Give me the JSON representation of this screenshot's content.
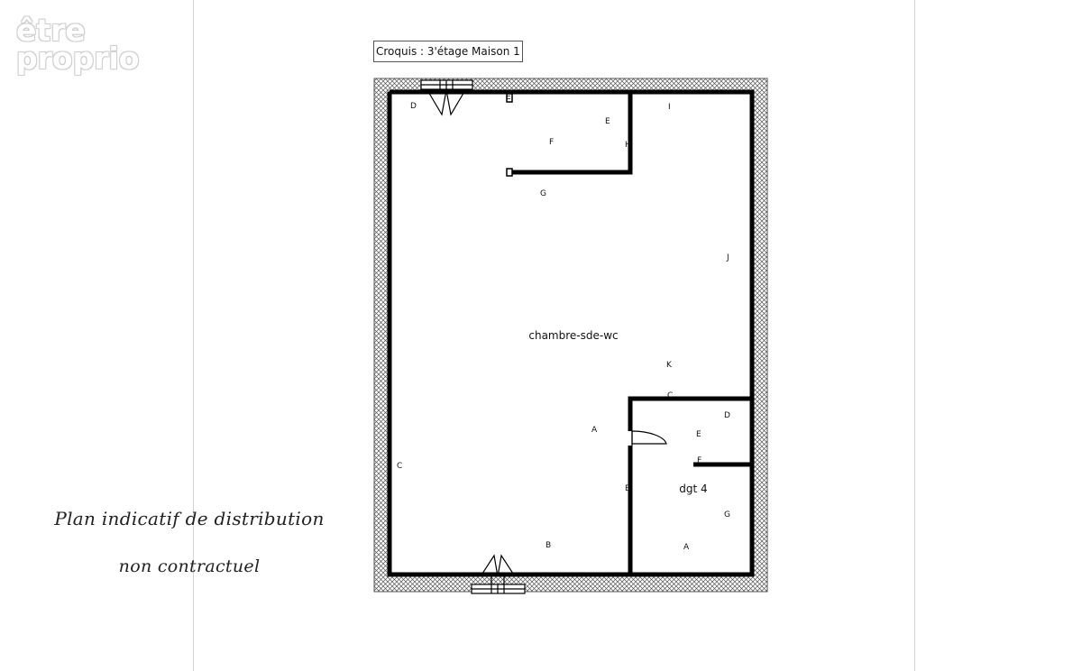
{
  "brand": {
    "line1": "être",
    "line2": "proprio"
  },
  "plan": {
    "title": "Croquis : 3'étage Maison 1",
    "rooms": [
      {
        "id": "chambre",
        "label": "chambre-sde-wc"
      },
      {
        "id": "dgt",
        "label": "dgt 4"
      }
    ],
    "wall_labels": [
      "D",
      "E",
      "F",
      "E",
      "H",
      "I",
      "G",
      "J",
      "K",
      "C",
      "A",
      "D",
      "E",
      "F",
      "C",
      "B",
      "B",
      "G",
      "A"
    ]
  },
  "disclaimer": {
    "line1": "Plan indicatif de distribution",
    "line2": "non contractuel"
  }
}
